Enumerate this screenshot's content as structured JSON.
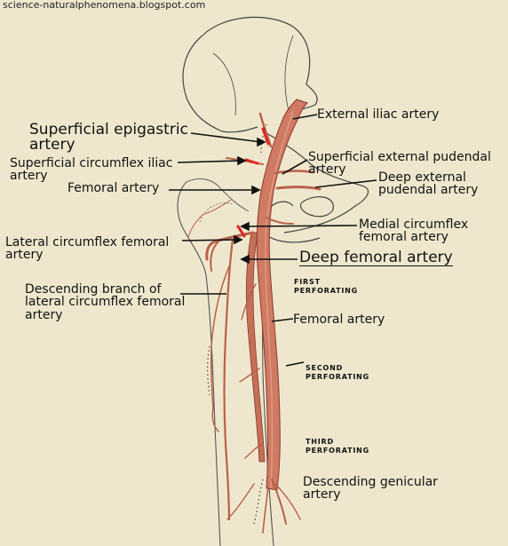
{
  "watermark": "science-naturalphenomena.blogspot.com",
  "labels": {
    "superficial_epigastric": [
      "Superficial epigastric",
      "artery"
    ],
    "superficial_circumflex_iliac": [
      "Superficial circumflex iliac",
      "artery"
    ],
    "femoral_artery_upper": "Femoral artery",
    "lateral_circumflex_femoral": [
      "Lateral circumflex femoral",
      "artery"
    ],
    "descending_branch": [
      "Descending branch of",
      "lateral circumflex femoral",
      "artery"
    ],
    "external_iliac": "External iliac artery",
    "superficial_external_pudendal": [
      "Superficial external pudendal",
      "artery"
    ],
    "deep_external_pudendal": [
      "Deep external",
      "pudendal artery"
    ],
    "medial_circumflex_femoral": [
      "Medial circumflex",
      "femoral artery"
    ],
    "deep_femoral": "Deep femoral artery",
    "first_perforating": [
      "FIRST",
      "PERFORATING"
    ],
    "femoral_artery_mid": "Femoral artery",
    "second_perforating": [
      "SECOND",
      "PERFORATING"
    ],
    "third_perforating": [
      "THIRD",
      "PERFORATING"
    ],
    "descending_genicular": [
      "Descending genicular",
      "artery"
    ]
  },
  "colors": {
    "background": "#efe7cd",
    "artery_fill": "#cf7a63",
    "artery_edge": "#8a3a2a",
    "bone_outline": "#444444",
    "highlight_red": "#e02424",
    "leader": "#111111"
  }
}
